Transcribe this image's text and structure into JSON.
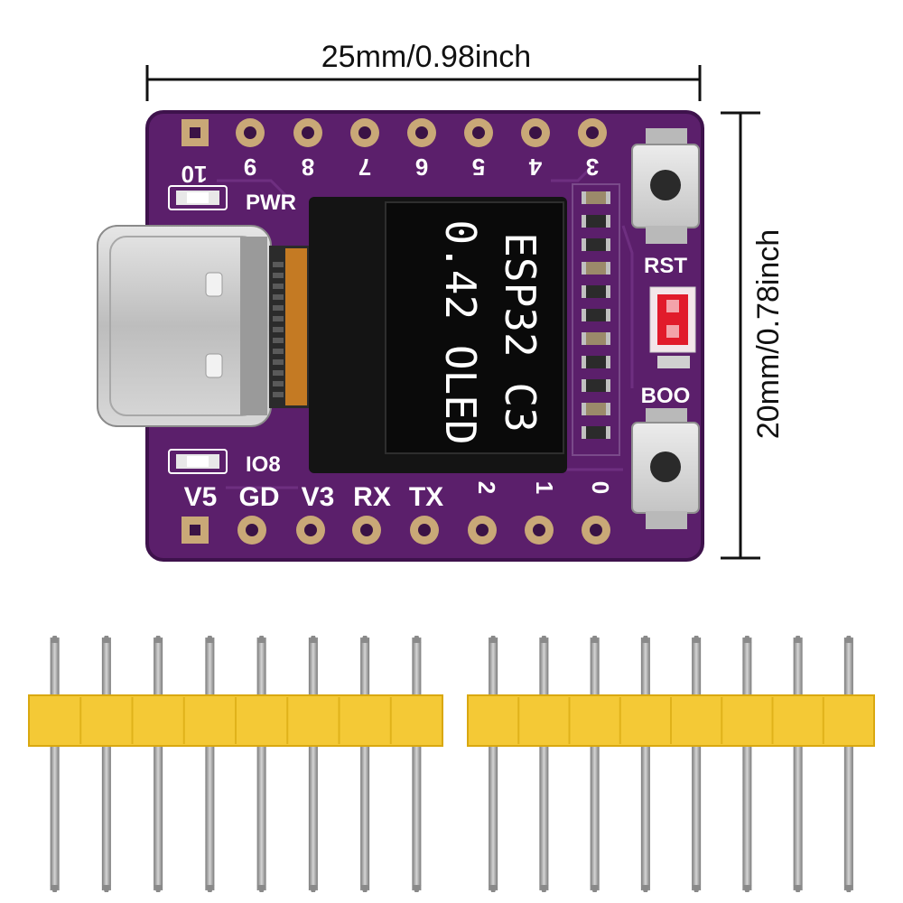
{
  "dimensions": {
    "width_label": "25mm/0.98inch",
    "height_label": "20mm/0.78inch"
  },
  "board": {
    "top_pins": [
      "9",
      "8",
      "7",
      "6",
      "5",
      "4",
      "3"
    ],
    "top_left_pin": "10",
    "bottom_pins": [
      "V5",
      "GD",
      "V3",
      "RX",
      "TX",
      "2",
      "1",
      "0"
    ],
    "led_labels": {
      "pwr": "PWR",
      "io8": "IO8"
    },
    "button_labels": {
      "reset": "RST",
      "boot": "BOO"
    },
    "oled_lines": [
      "ESP32 C3",
      "0.42 OLED"
    ]
  },
  "header_strips": {
    "count": 2,
    "pins_per_strip": 8
  },
  "colors": {
    "pcb": "#5b1f6b",
    "pcb_dark": "#3e124c",
    "pad": "#c9a877",
    "header_plastic": "#f4c936",
    "header_pin": "#a0a0a0",
    "dimension_line": "#111111",
    "oled_screen": "#0a0a0a"
  }
}
